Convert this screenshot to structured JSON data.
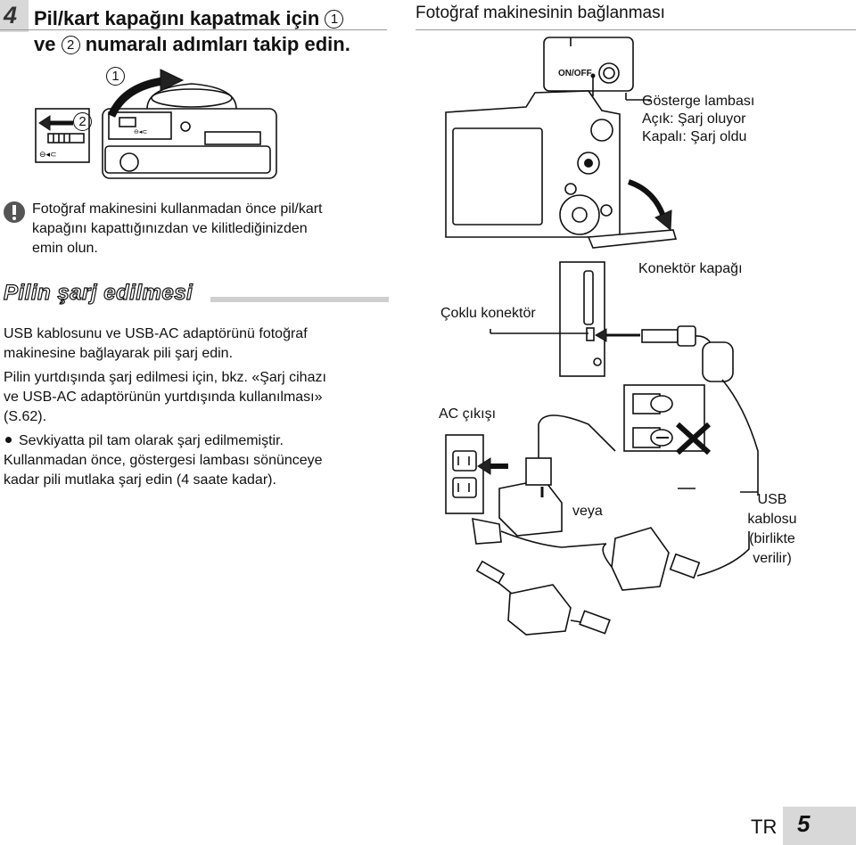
{
  "step": {
    "number": "4",
    "line1": "Pil/kart kapağını kapatmak için",
    "circle1": "1",
    "line2_prefix": "ve",
    "circle2": "2",
    "line2_suffix": "numaralı adımları takip edin."
  },
  "right_title": "Fotoğraf makinesinin bağlanması",
  "left_figure": {
    "callout1": "1",
    "callout2": "2"
  },
  "right_figure": {
    "on_off": "ON/OFF",
    "indicator": [
      "Gösterge lambası",
      "Açık: Şarj oluyor",
      "Kapalı: Şarj oldu"
    ],
    "connector_cover": "Konektör kapağı",
    "multi_connector": "Çoklu konektör",
    "ac_outlet": "AC çıkışı",
    "or": "veya",
    "usb_cable": [
      "USB",
      "kablosu",
      "(birlikte",
      "verilir)"
    ]
  },
  "warning_icon": "exclamation-icon",
  "warning": [
    "Fotoğraf makinesini kullanmadan önce pil/kart",
    "kapağını kapattığınızdan ve kilitlediğinizden",
    "emin olun."
  ],
  "section_title": "Pilin şarj edilmesi",
  "paragraphs": [
    [
      "USB kablosunu ve USB-AC adaptörünü fotoğraf",
      "makinesine bağlayarak pili şarj edin."
    ],
    [
      "Pilin yurtdışında şarj edilmesi için, bkz. «Şarj cihazı",
      "ve USB-AC adaptörünün yurtdışında kullanılması»",
      "(S.62)."
    ]
  ],
  "bullet": [
    "Sevkiyatta pil tam olarak şarj edilmemiştir.",
    "Kullanmadan önce, göstergesi lambası sönünceye",
    "kadar pili mutlaka şarj edin (4 saate kadar)."
  ],
  "footer": {
    "lang": "TR",
    "page": "5"
  }
}
